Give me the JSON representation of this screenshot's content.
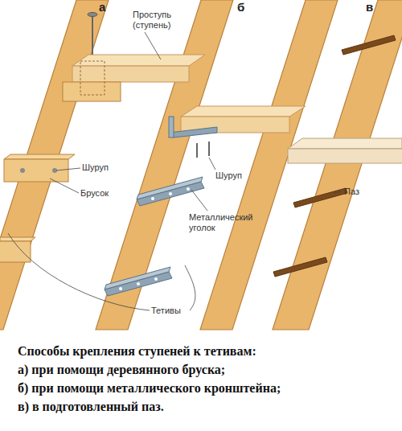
{
  "diagram": {
    "caption": "Способы крепления ступеней к тетивам:",
    "labels": [
      "а",
      "б",
      "в",
      "Проступь (ступень)",
      "Шуруп",
      "Брусок",
      "Шуруп",
      "Металлический уголок",
      "Паз",
      "Тетивы",
      "а) при помощи деревянного бруска;",
      "б) при помощи металлического кронштейна;",
      "в) в подготовленный паз."
    ]
  }
}
